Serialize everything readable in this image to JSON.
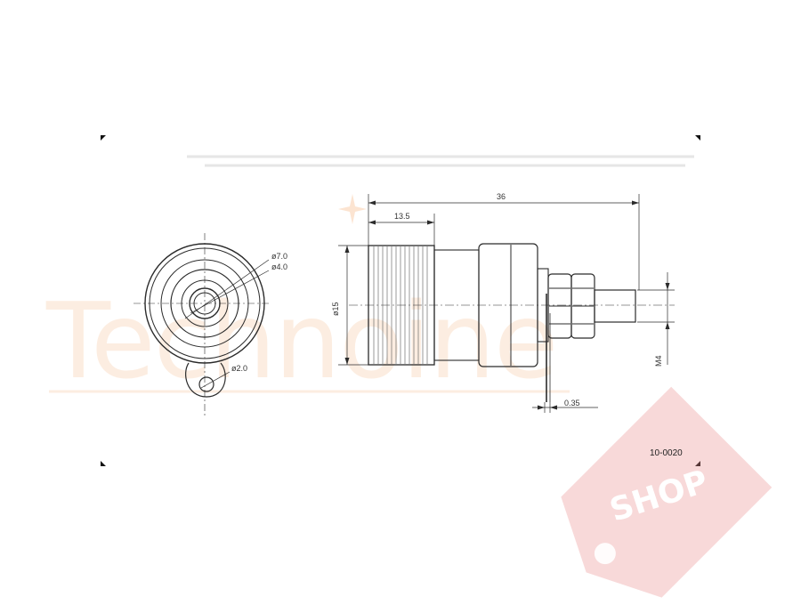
{
  "drawing": {
    "part_number": "10-0020",
    "dimensions": {
      "overall_length": "36",
      "body_length": "13.5",
      "body_diameter": "ø15",
      "outer_diameter": "ø7.0",
      "inner_diameter": "ø4.0",
      "lug_hole": "ø2.0",
      "thread": "M4",
      "lug_thickness": "0.35"
    }
  },
  "watermark": {
    "brand": "Technoine",
    "shop_label": "SHOP",
    "brand_color": "#f6b27a",
    "tag_color": "#e8898a"
  },
  "colors": {
    "line": "#2b2b2b",
    "background": "#ffffff"
  }
}
